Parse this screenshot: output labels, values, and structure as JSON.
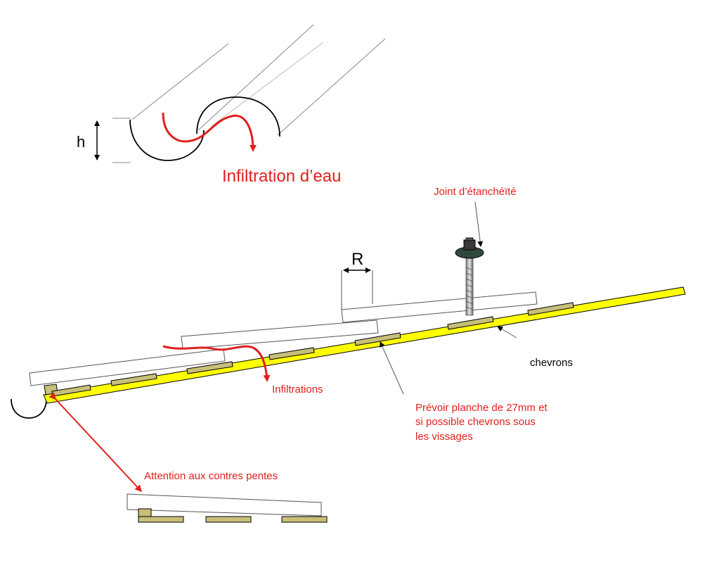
{
  "labels": {
    "height_symbol": "h",
    "water_infiltration": "Infiltration d’eau",
    "seal_joint": "Joint d’étanchéïté",
    "overlap_symbol": "R",
    "rafters": "chevrons",
    "infiltrations": "Infiltrations",
    "board_note_line1": "Prévoir planche de 27mm et",
    "board_note_line2": "si possible chevrons sous",
    "board_note_line3": "les vissages",
    "counter_slope_warning": "Attention aux contres pentes"
  },
  "colors": {
    "annotation_red": "#e0201e",
    "rafter_yellow": "#ffff00",
    "batten_khaki": "#c8bf7a",
    "outline_black": "#000000",
    "thin_gray": "#888888"
  },
  "icons": {
    "screw": "self-tapping-roof-screw-with-washer"
  }
}
